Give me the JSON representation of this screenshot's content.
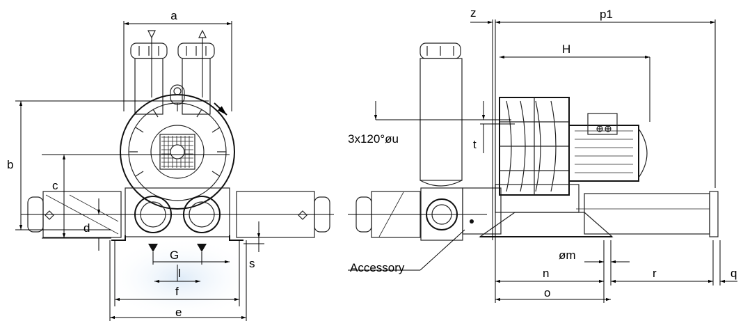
{
  "labels": {
    "a": "a",
    "b": "b",
    "c": "c",
    "d": "d",
    "e": "e",
    "f": "f",
    "G": "G",
    "l": "l",
    "s": "s",
    "z": "z",
    "p1": "p1",
    "H": "H",
    "t": "t",
    "bolt_spec": "3x120°øu",
    "accessory": "Accessory",
    "n": "n",
    "o": "o",
    "om": "øm",
    "r": "r",
    "q": "q"
  },
  "colors": {
    "line": "#000000",
    "glow": "#dbe9f7"
  },
  "icons": [
    "inlet-arrow-icon",
    "outlet-arrow-icon",
    "rotation-arrow-icon",
    "terminal-box-icon"
  ]
}
